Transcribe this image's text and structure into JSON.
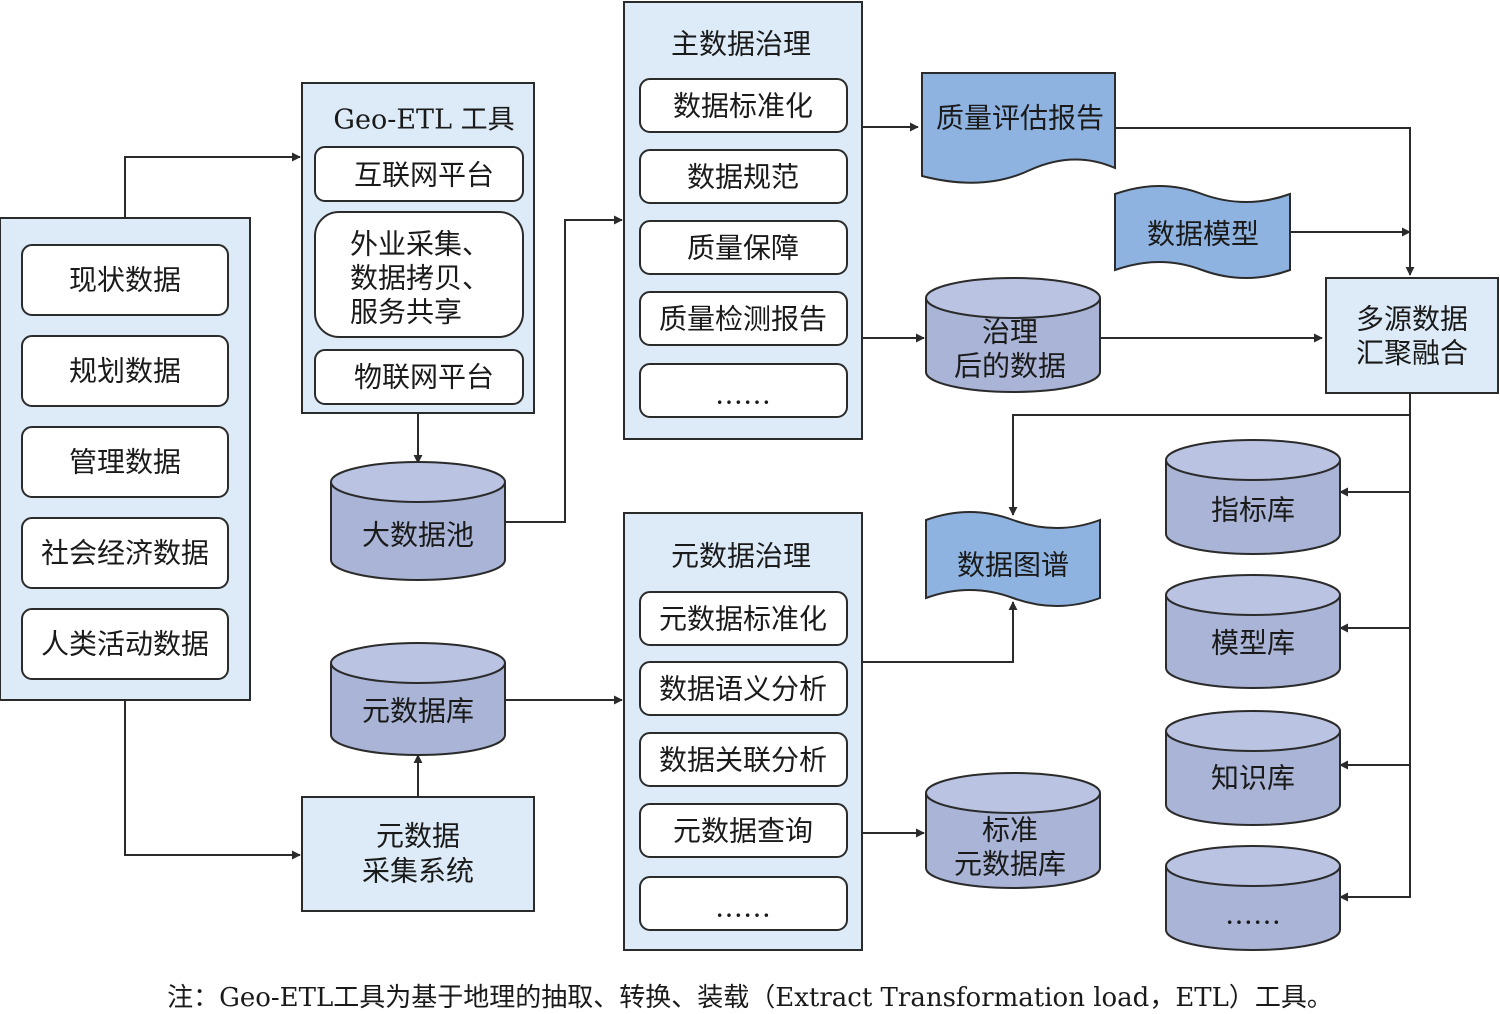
{
  "sources": {
    "items": [
      "现状数据",
      "规划数据",
      "管理数据",
      "社会经济数据",
      "人类活动数据"
    ]
  },
  "geo_etl": {
    "title": "Geo-ETL 工具",
    "items": [
      [
        "互联网平台"
      ],
      [
        "外业采集、",
        "数据拷贝、",
        "服务共享"
      ],
      [
        "物联网平台"
      ]
    ]
  },
  "big_data_pool": "大数据池",
  "metadata_db": "元数据库",
  "metadata_collection": [
    "元数据",
    "采集系统"
  ],
  "master_governance": {
    "title": "主数据治理",
    "items": [
      "数据标准化",
      "数据规范",
      "质量保障",
      "质量检测报告",
      "……"
    ]
  },
  "meta_governance": {
    "title": "元数据治理",
    "items": [
      "元数据标准化",
      "数据语义分析",
      "数据关联分析",
      "元数据查询",
      "……"
    ]
  },
  "quality_report": "质量评估报告",
  "data_model": "数据模型",
  "governed_data": [
    "治理",
    "后的数据"
  ],
  "data_graph": "数据图谱",
  "standard_meta_db": [
    "标准",
    "元数据库"
  ],
  "fusion": [
    "多源数据",
    "汇聚融合"
  ],
  "libraries": [
    "指标库",
    "模型库",
    "知识库",
    "……"
  ],
  "footnote": "注：Geo-ETL工具为基于地理的抽取、转换、装载（Extract Transformation load，ETL）工具。"
}
